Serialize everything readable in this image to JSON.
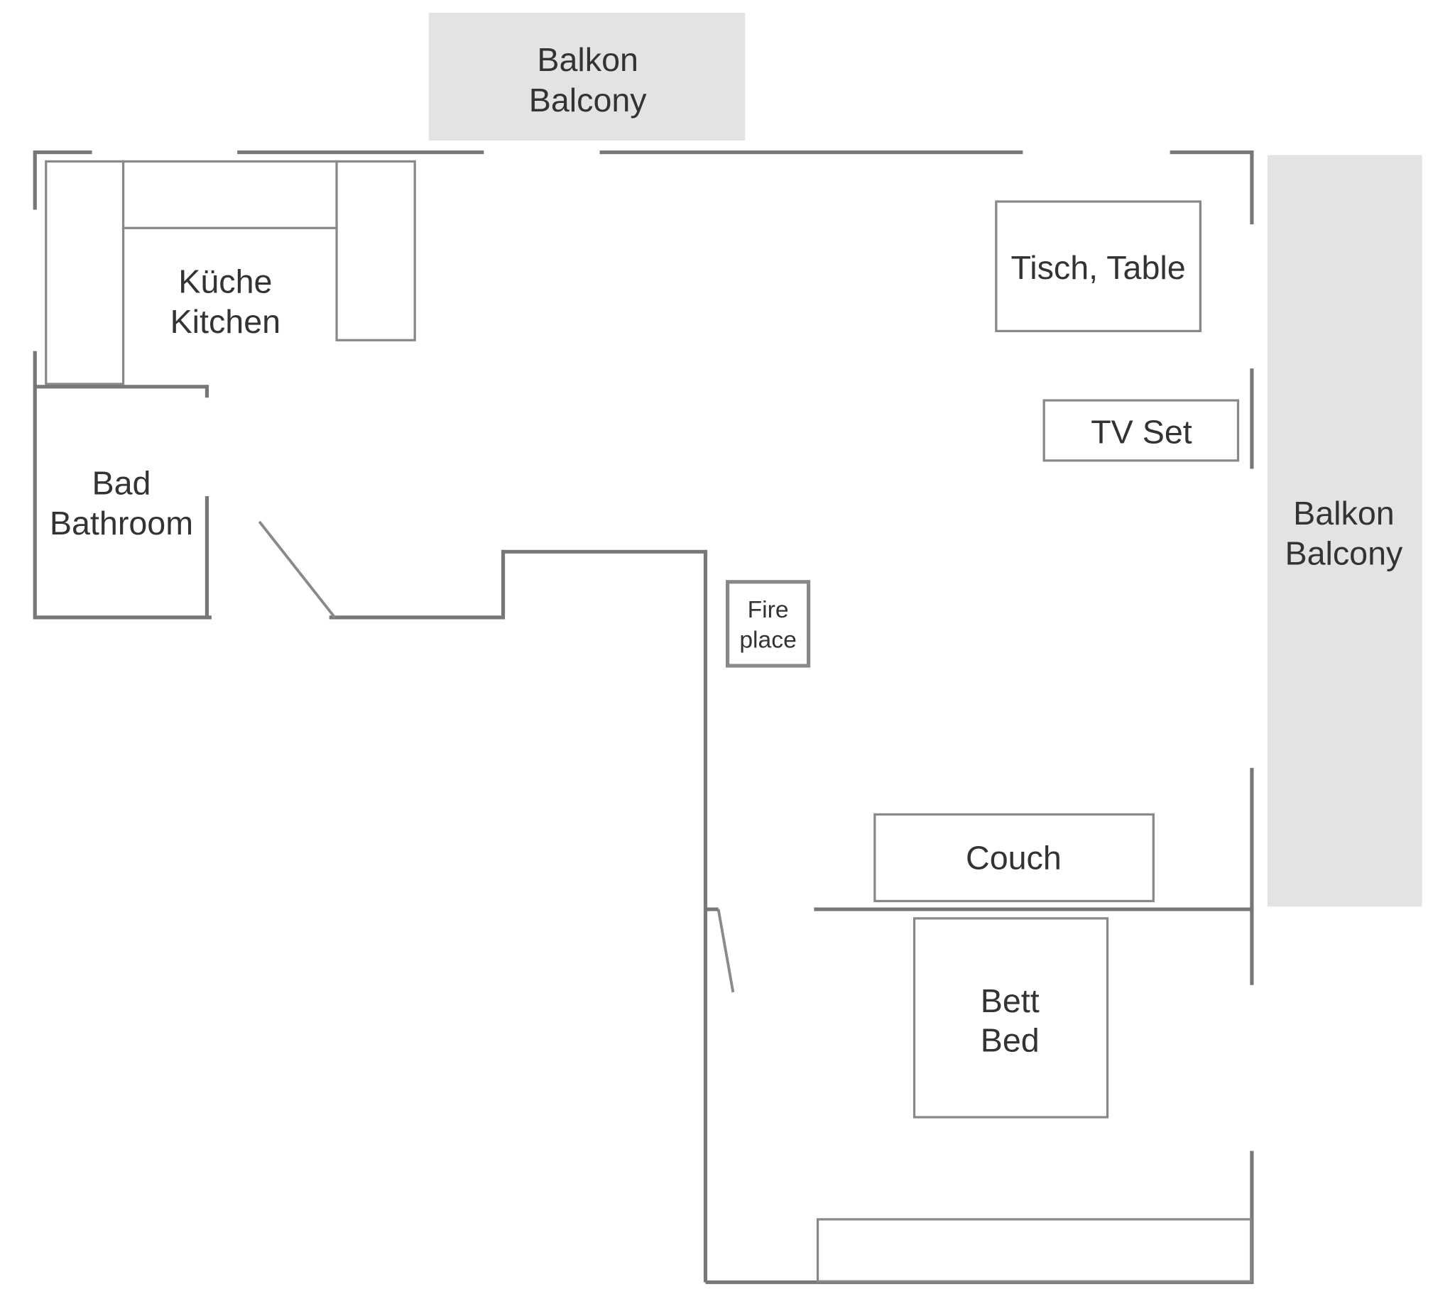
{
  "rooms": {
    "balcony_top": {
      "line1": "Balkon",
      "line2": "Balcony"
    },
    "balcony_right": {
      "line1": "Balkon",
      "line2": "Balcony"
    },
    "kitchen": {
      "line1": "Küche",
      "line2": "Kitchen"
    },
    "bathroom": {
      "line1": "Bad",
      "line2": "Bathroom"
    }
  },
  "furniture": {
    "table": "Tisch, Table",
    "tv": "TV Set",
    "fireplace": {
      "line1": "Fire",
      "line2": "place"
    },
    "couch": "Couch",
    "bed": {
      "line1": "Bett",
      "line2": "Bed"
    }
  },
  "colors": {
    "wall": "#777777",
    "balcony_fill": "#e3e3e3",
    "text": "#333333"
  }
}
